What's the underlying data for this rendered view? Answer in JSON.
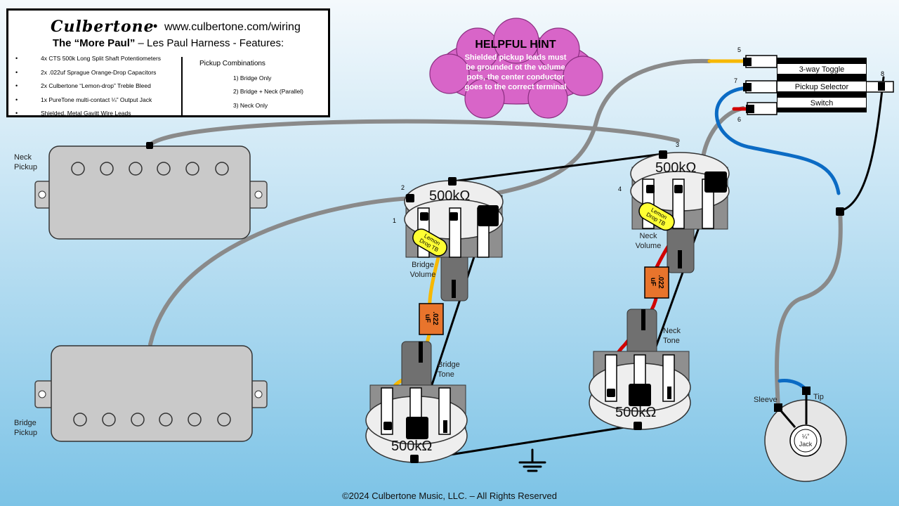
{
  "header": {
    "brand": "Culbertone",
    "bullet": "•",
    "url": "www.culbertone.com/wiring",
    "title_quoted": "The “More Paul”",
    "title_rest": " – Les Paul Harness - Features:",
    "features": [
      "4x CTS 500k Long Split Shaft Potentiometers",
      "2x .022uf Sprague Orange-Drop Capacitors",
      "2x Culbertone “Lemon-drop” Treble Bleed",
      "1x PureTone multi-contact ¼” Output Jack",
      "Shielded,  Metal Gavitt Wire Leads"
    ],
    "combinations_heading": "Pickup Combinations",
    "combinations": [
      "1) Bridge Only",
      "2) Bridge + Neck (Parallel)",
      "3) Neck Only"
    ]
  },
  "hint": {
    "title": "HELPFUL HINT",
    "body": "Shielded pickup leads must be grounded ot the volume pots, the center conductor goes to the  correct terminal"
  },
  "labels": {
    "neck_pickup": "Neck\nPickup",
    "bridge_pickup": "Bridge\nPickup",
    "bridge_volume": "Bridge\nVolume",
    "neck_volume": "Neck\nVolume",
    "bridge_tone": "Bridge\nTone",
    "neck_tone": "Neck\nTone",
    "pot_value": "500kΩ",
    "cap_value": ".022\nuF",
    "treble_bleed": "Lemon\nDrop TB",
    "sleeve": "Sleeve",
    "tip": "Tip",
    "jack": "¼”\nJack"
  },
  "switch": {
    "rows": [
      "3-way Toggle",
      "Pickup Selector",
      "Switch"
    ],
    "numbers": [
      "5",
      "7",
      "6",
      "8"
    ]
  },
  "terminal_numbers": [
    "1",
    "2",
    "3",
    "4"
  ],
  "footer": "©2024 Culbertone Music, LLC. – All Rights Reserved",
  "colors": {
    "background_top": "#f4f9fc",
    "background_bottom": "#7cc3e6",
    "pickup": "#c9c9c9",
    "hint_cloud": "#d865c8",
    "wire_gray": "#8a8a8a",
    "wire_yellow": "#f7b800",
    "wire_red": "#d10000",
    "wire_blue": "#0b6bc4",
    "capacitor": "#e8742c",
    "treble_bleed": "#ffff33"
  }
}
